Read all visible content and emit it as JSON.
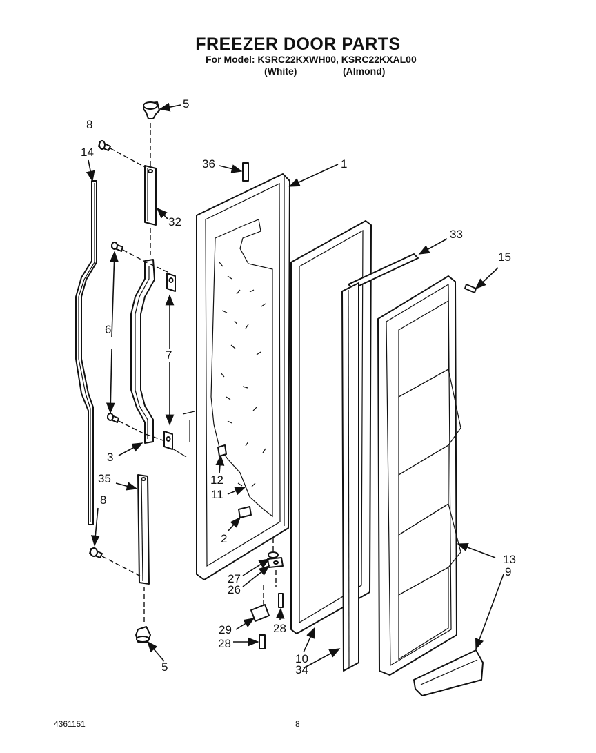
{
  "header": {
    "title": "FREEZER DOOR PARTS",
    "subtitle": "For Model: KSRC22KXWH00, KSRC22KXAL00",
    "variant_white": "(White)",
    "variant_almond": "(Almond)"
  },
  "footer": {
    "doc_number": "4361151",
    "page_number": "8"
  },
  "callouts": [
    {
      "id": "c5a",
      "text": "5"
    },
    {
      "id": "c8a",
      "text": "8"
    },
    {
      "id": "c14",
      "text": "14"
    },
    {
      "id": "c36",
      "text": "36"
    },
    {
      "id": "c1",
      "text": "1"
    },
    {
      "id": "c32",
      "text": "32"
    },
    {
      "id": "c33",
      "text": "33"
    },
    {
      "id": "c15",
      "text": "15"
    },
    {
      "id": "c6",
      "text": "6"
    },
    {
      "id": "c7",
      "text": "7"
    },
    {
      "id": "c3",
      "text": "3"
    },
    {
      "id": "c12",
      "text": "12"
    },
    {
      "id": "c35",
      "text": "35"
    },
    {
      "id": "c11",
      "text": "11"
    },
    {
      "id": "c8b",
      "text": "8"
    },
    {
      "id": "c2",
      "text": "2"
    },
    {
      "id": "c13",
      "text": "13"
    },
    {
      "id": "c9",
      "text": "9"
    },
    {
      "id": "c27",
      "text": "27"
    },
    {
      "id": "c26",
      "text": "26"
    },
    {
      "id": "c29",
      "text": "29"
    },
    {
      "id": "c28a",
      "text": "28"
    },
    {
      "id": "c28b",
      "text": "28"
    },
    {
      "id": "c10",
      "text": "10"
    },
    {
      "id": "c34",
      "text": "34"
    },
    {
      "id": "c5b",
      "text": "5"
    }
  ]
}
